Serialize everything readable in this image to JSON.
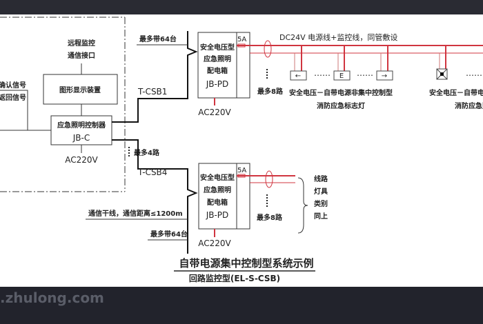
{
  "diagram": {
    "title": "自带电源集中控制型系统示例",
    "subtitle": "回路监控型(EL-S-CSB)",
    "remote_interface": [
      "远程监控",
      "通信接口"
    ],
    "left_signals": [
      "…确认信号",
      "…动返回信号"
    ],
    "graphic_display": "图形显示装置",
    "controller": {
      "name": "应急照明控制器",
      "model": "JB-C",
      "power": "AC220V"
    },
    "bus1": {
      "label": "T-CSB1",
      "max_devices": "最多带64台"
    },
    "bus4": {
      "label": "T-CSB4",
      "max_devices": "最多带64台",
      "trunk_note": "通信干线，通信距离≤1200m"
    },
    "max_buses": "最多4路",
    "panel": {
      "lines": [
        "安全电压型",
        "应急照明",
        "配电箱"
      ],
      "model": "JB-PD",
      "fuse": "5A",
      "power": "AC220V"
    },
    "dc_line": "DC24V  电源线+监控线，同管敷设",
    "max_circuits": "最多8路",
    "ellipsis": "……",
    "sign_lamps": {
      "symbols": [
        "←",
        "E",
        "→"
      ],
      "caption": [
        "安全电压－自带电源非集中控制型",
        "消防应急标志灯"
      ]
    },
    "lighting_lamps": {
      "caption": [
        "安全电压－自带电源非集中控制型",
        "消防应急照明灯"
      ]
    },
    "same_note": [
      "线路",
      "灯具",
      "类别",
      "同上"
    ],
    "colors": {
      "power_line": "#d0343f",
      "line": "#222222"
    }
  },
  "watermark": ".zhulong.com"
}
